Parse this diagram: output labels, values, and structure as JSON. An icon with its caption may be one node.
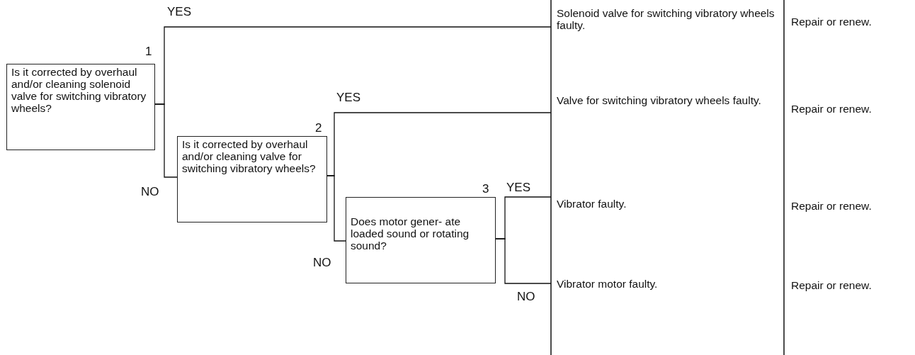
{
  "diagram": {
    "nodes": [
      {
        "text": [
          "Is it corrected by overhaul and/or cleaning solenoid valve for switching vibratory wheels?"
        ],
        "beside": [
          "1"
        ]
      },
      {
        "text": [
          "Solenoid valve for switching vibratory wheels faulty."
        ]
      },
      {
        "text": [
          "Is it corrected by overhaul and/or cleaning valve for switching vibratory wheels?"
        ],
        "beside": [
          "2"
        ]
      },
      {
        "text": [
          "Valve for switching vibratory wheels faulty."
        ]
      },
      {
        "text": [
          "Does motor gener- ate loaded sound or rotating sound?"
        ],
        "beside": [
          "3"
        ]
      },
      {
        "text": [
          "Vibrator faulty."
        ]
      },
      {
        "text": [
          "Vibrator motor faulty."
        ]
      }
    ],
    "edges": [
      {
        "from": 0,
        "to": 1,
        "arrow": "none",
        "label": "YES"
      },
      {
        "from": 0,
        "to": 2,
        "arrow": "none",
        "label": "NO"
      },
      {
        "from": 2,
        "to": 3,
        "arrow": "none",
        "label": "YES"
      },
      {
        "from": 2,
        "to": 4,
        "arrow": "none",
        "label": "NO"
      },
      {
        "from": 4,
        "to": 5,
        "arrow": "none",
        "label": "YES"
      },
      {
        "from": 4,
        "to": 6,
        "arrow": "none",
        "label": "NO"
      }
    ],
    "labels": [
      "Repair or renew.",
      "Repair or renew.",
      "Repair or renew.",
      "Repair or renew."
    ]
  }
}
